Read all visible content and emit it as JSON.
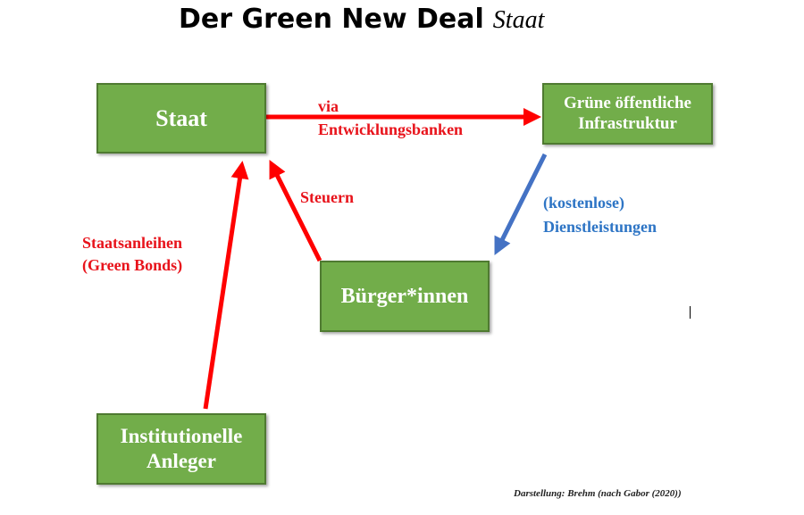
{
  "title": {
    "main": "Der Green New Deal",
    "sub": "Staat"
  },
  "nodes": {
    "staat": "Staat",
    "infrastruktur": "Grüne öffentliche Infrastruktur",
    "buerger": "Bürger*innen",
    "anleger": "Institutionelle Anleger"
  },
  "edges": {
    "entwicklungsbanken": [
      "via",
      "Entwicklungsbanken"
    ],
    "steuern": "Steuern",
    "staatsanleihen": [
      "Staatsanleihen",
      "(Green Bonds)"
    ],
    "dienstleistungen": [
      "(kostenlose)",
      "Dienstleistungen"
    ]
  },
  "credit": "Darstellung: Brehm (nach Gabor (2020))",
  "colors": {
    "box": "#72ad4a",
    "red": "#e8131b",
    "blue": "#2e75c5"
  }
}
